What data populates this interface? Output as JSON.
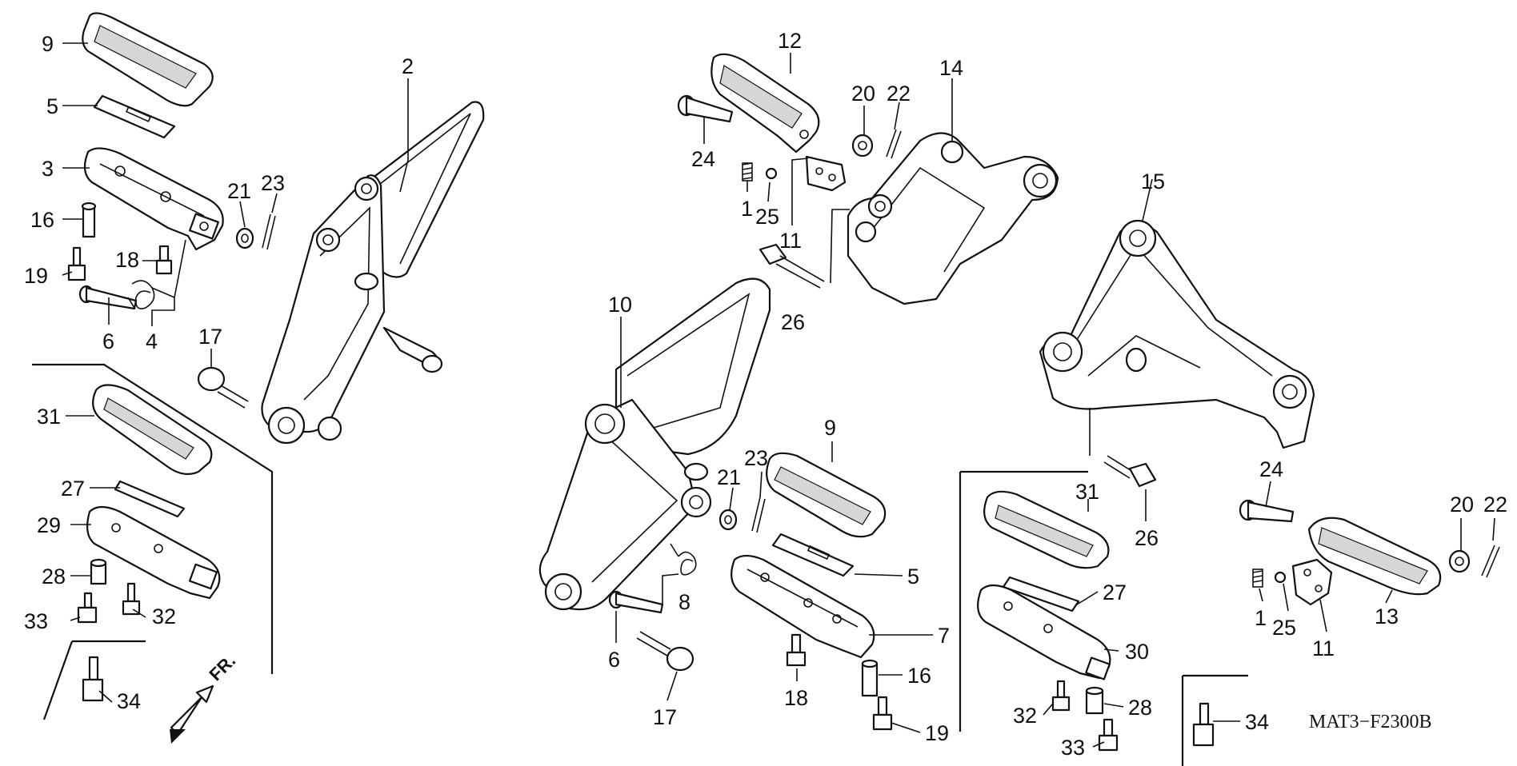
{
  "diagram_code": "MAT3−F2300B",
  "direction_label": "FR.",
  "callouts": {
    "c9a": "9",
    "c5a": "5",
    "c3": "3",
    "c16a": "16",
    "c19a": "19",
    "c6a": "6",
    "c4": "4",
    "c18a": "18",
    "c21a": "21",
    "c23a": "23",
    "c2": "2",
    "c17a": "17",
    "c31a": "31",
    "c27a": "27",
    "c29": "29",
    "c28a": "28",
    "c33a": "33",
    "c32a": "32",
    "c34a": "34",
    "c12": "12",
    "c24a": "24",
    "c1a": "1",
    "c25a": "25",
    "c11a": "11",
    "c20a": "20",
    "c22a": "22",
    "c14": "14",
    "c26a": "26",
    "c10": "10",
    "c9b": "9",
    "c23b": "23",
    "c21b": "21",
    "c8": "8",
    "c6b": "6",
    "c5b": "5",
    "c7": "7",
    "c17b": "17",
    "c18b": "18",
    "c16b": "16",
    "c19b": "19",
    "c15": "15",
    "c26b": "26",
    "c31b": "31",
    "c27b": "27",
    "c30": "30",
    "c32b": "32",
    "c28b": "28",
    "c33b": "33",
    "c34b": "34",
    "c24b": "24",
    "c20b": "20",
    "c22b": "22",
    "c1b": "1",
    "c25b": "25",
    "c11b": "11",
    "c13": "13"
  },
  "parts": {
    "p1": "spring-icon",
    "p2": "footpeg-bracket-icon",
    "p3": "footpeg-icon",
    "p4": "torsion-spring-icon",
    "p5": "plate-icon",
    "p6": "pin-icon",
    "p9": "footpeg-rubber-icon",
    "p14": "bracket-icon",
    "p15": "bracket-icon",
    "p17": "bolt-icon",
    "p20": "washer-icon",
    "p22": "cotter-pin-icon"
  }
}
